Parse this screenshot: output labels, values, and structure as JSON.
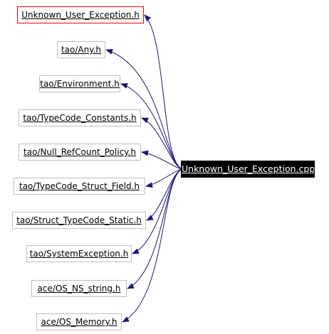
{
  "diagram": {
    "edge_color": "#191970",
    "source": {
      "label": "Unknown_User_Exception.cpp",
      "fill": "#000000",
      "text_color": "#ffffff"
    },
    "targets": [
      {
        "id": "n0",
        "label": "Unknown_User_Exception.h",
        "border": "#ff0000"
      },
      {
        "id": "n1",
        "label": "tao/Any.h",
        "border": "#bfbfbf"
      },
      {
        "id": "n2",
        "label": "tao/Environment.h",
        "border": "#bfbfbf"
      },
      {
        "id": "n3",
        "label": "tao/TypeCode_Constants.h",
        "border": "#bfbfbf"
      },
      {
        "id": "n4",
        "label": "tao/Null_RefCount_Policy.h",
        "border": "#bfbfbf"
      },
      {
        "id": "n5",
        "label": "tao/TypeCode_Struct_Field.h",
        "border": "#bfbfbf"
      },
      {
        "id": "n6",
        "label": "tao/Struct_TypeCode_Static.h",
        "border": "#bfbfbf"
      },
      {
        "id": "n7",
        "label": "tao/SystemException.h",
        "border": "#bfbfbf"
      },
      {
        "id": "n8",
        "label": "ace/OS_NS_string.h",
        "border": "#bfbfbf"
      },
      {
        "id": "n9",
        "label": "ace/OS_Memory.h",
        "border": "#bfbfbf"
      }
    ]
  }
}
